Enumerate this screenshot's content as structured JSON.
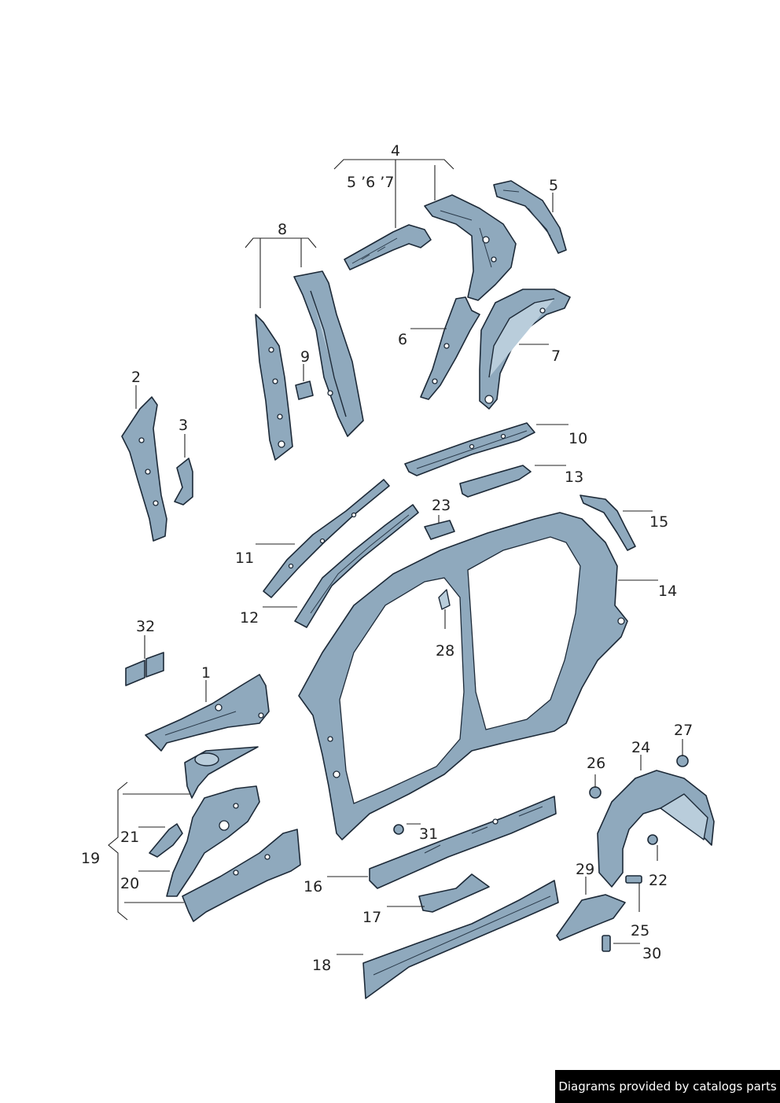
{
  "callouts": {
    "c1": "1",
    "c2": "2",
    "c3": "3",
    "c4": "4",
    "c4sub": "5 ’6 ’7",
    "c5": "5",
    "c6": "6",
    "c7": "7",
    "c8": "8",
    "c9": "9",
    "c10": "10",
    "c11": "11",
    "c12": "12",
    "c13": "13",
    "c14": "14",
    "c15": "15",
    "c16": "16",
    "c17": "17",
    "c18": "18",
    "c19": "19",
    "c20": "20",
    "c21": "21",
    "c22": "22",
    "c23": "23",
    "c24": "24",
    "c25": "25",
    "c26": "26",
    "c27": "27",
    "c28": "28",
    "c29": "29",
    "c30": "30",
    "c31": "31",
    "c32": "32"
  },
  "footer": {
    "credit": "Diagrams provided by catalogs parts"
  },
  "colors": {
    "part_fill": "#8fa9bd",
    "part_outline": "#1d2a38",
    "credit_bg": "#000000"
  }
}
